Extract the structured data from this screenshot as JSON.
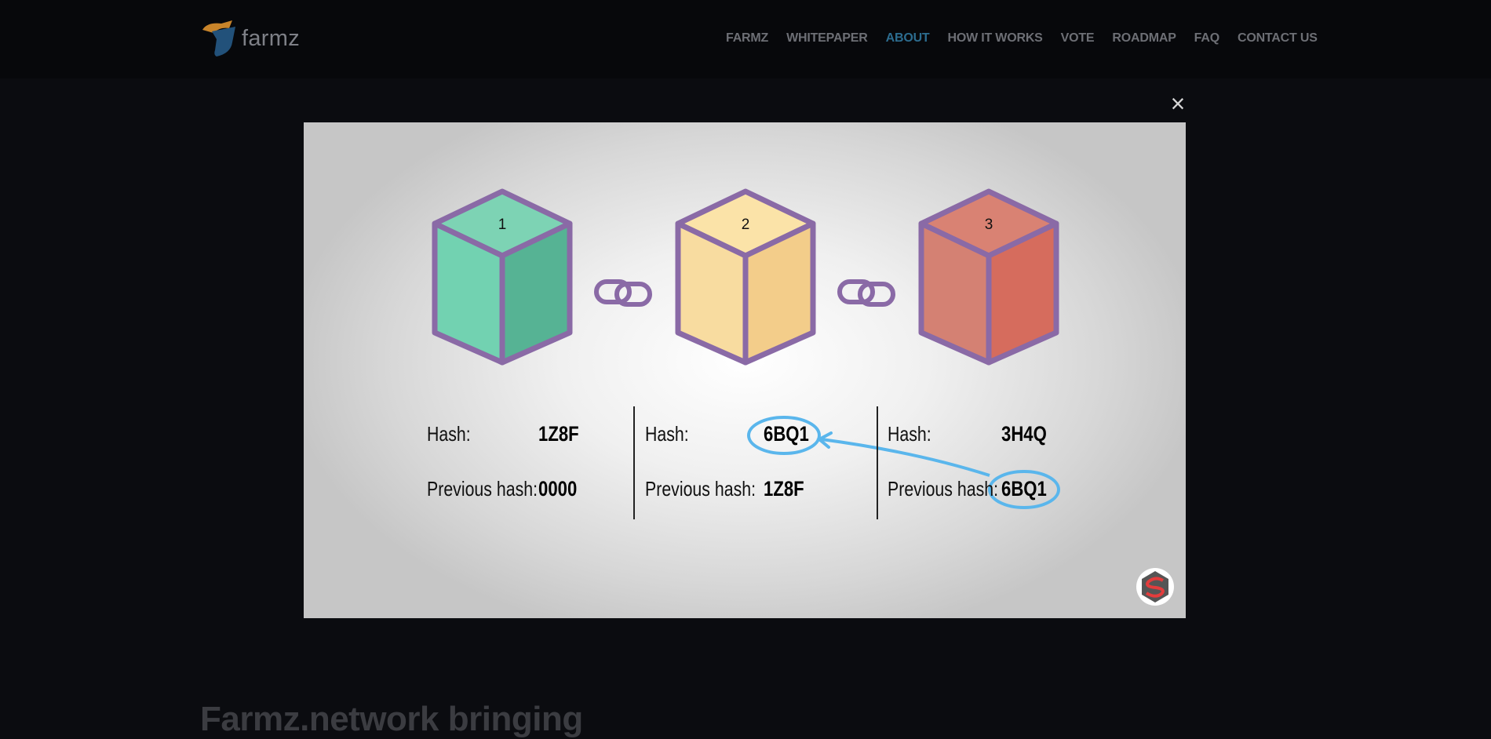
{
  "brand": {
    "name": "farmz",
    "icon": "farmz-logo-icon",
    "colors": {
      "orange": "#c8842a",
      "blue": "#22517a"
    }
  },
  "nav": {
    "items": [
      {
        "label": "FARMZ",
        "active": false
      },
      {
        "label": "WHITEPAPER",
        "active": false
      },
      {
        "label": "ABOUT",
        "active": true
      },
      {
        "label": "HOW IT WORKS",
        "active": false
      },
      {
        "label": "VOTE",
        "active": false
      },
      {
        "label": "ROADMAP",
        "active": false
      },
      {
        "label": "FAQ",
        "active": false
      },
      {
        "label": "CONTACT US",
        "active": false
      }
    ],
    "active_color": "#2c6c8f"
  },
  "lightbox": {
    "close_label": "×",
    "close_icon": "close-icon",
    "blocks": [
      {
        "number": "1",
        "hash_label": "Hash:",
        "hash": "1Z8F",
        "prev_label": "Previous hash:",
        "prev_hash": "0000",
        "colors": {
          "top": "#7dd3b4",
          "left": "#72d2b1",
          "right": "#56b394"
        }
      },
      {
        "number": "2",
        "hash_label": "Hash:",
        "hash": "6BQ1",
        "prev_label": "Previous hash:",
        "prev_hash": "1Z8F",
        "colors": {
          "top": "#fbe3a8",
          "left": "#f8dca0",
          "right": "#f3cd8a"
        }
      },
      {
        "number": "3",
        "hash_label": "Hash:",
        "hash": "3H4Q",
        "prev_label": "Previous hash:",
        "prev_hash": "6BQ1",
        "colors": {
          "top": "#d98273",
          "left": "#d48173",
          "right": "#d66c5d"
        }
      }
    ],
    "outline_color": "#8a6aa6",
    "highlight_color": "#5ab6ec",
    "link_icon": "chain-link-icon",
    "watermark_icon": "s-logo-icon"
  },
  "page": {
    "headline": "Farmz.network bringing"
  }
}
